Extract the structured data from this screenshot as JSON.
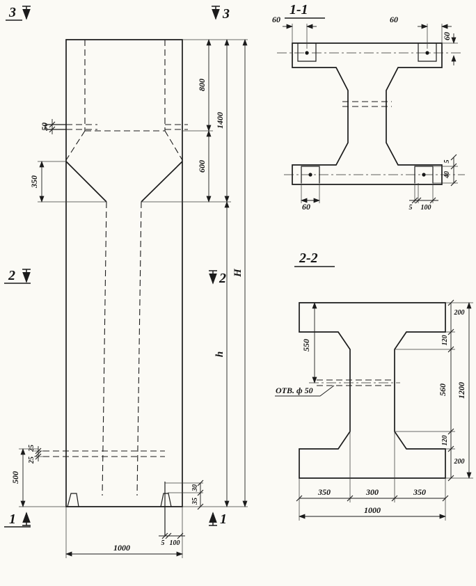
{
  "elevation": {
    "marks": {
      "top_left": "3",
      "top_right": "3",
      "mid_left": "2",
      "mid_right": "2",
      "bottom_left": "1",
      "bottom_right": "1"
    },
    "dims": {
      "corbel_height": "50",
      "taper_height": "350",
      "pocket_depth": "800",
      "transition": "600",
      "top_segment": "1400",
      "overall_height": "H",
      "shaft_height": "h",
      "hole_offset_a": "25",
      "hole_offset_b": "25",
      "base_height": "500",
      "base_detail_a": "30",
      "base_detail_b": "35",
      "plate_gap": "5",
      "plate_width": "100",
      "column_width": "1000"
    }
  },
  "section_1_1": {
    "title": "1-1",
    "dims": {
      "top_left": "60",
      "top_right": "60",
      "right_top": "60",
      "bottom_left": "60",
      "bottom_gap": "5",
      "bottom_plate": "100",
      "right_a": "5",
      "right_b": "40"
    }
  },
  "section_2_2": {
    "title": "2-2",
    "hole_label": "ОТВ. ф 50",
    "dims": {
      "left_height": "550",
      "flange_top": "200",
      "haunch_top": "120",
      "web_height": "560",
      "haunch_bottom": "120",
      "flange_bottom": "200",
      "overall_height": "1200",
      "flange_left": "350",
      "web_width": "300",
      "flange_right": "350",
      "overall_width": "1000"
    }
  }
}
